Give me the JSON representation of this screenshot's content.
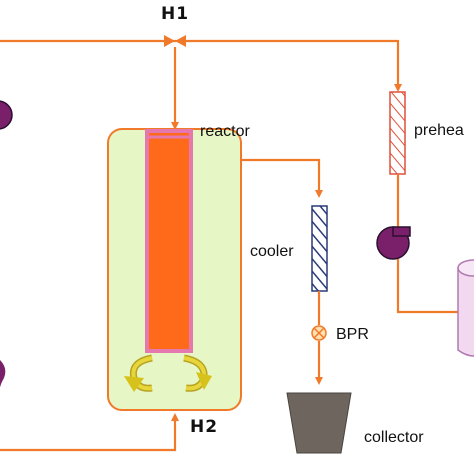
{
  "labels": {
    "valve_top": "H1",
    "valve_bottom": "H2",
    "reactor": "reactor",
    "preheater": "prehea",
    "cooler": "cooler",
    "bpr": "BPR",
    "collector": "collector"
  },
  "colors": {
    "pipe": "#f07a2a",
    "reactor_jacket": "#e6f6c4",
    "reactor_core": "#ff6a1a",
    "core_border": "#e678b0",
    "pump": "#7a1f6a",
    "collector": "#6e665e",
    "tank": "#f2d9f0",
    "flow_arrow": "#d6c21a"
  }
}
